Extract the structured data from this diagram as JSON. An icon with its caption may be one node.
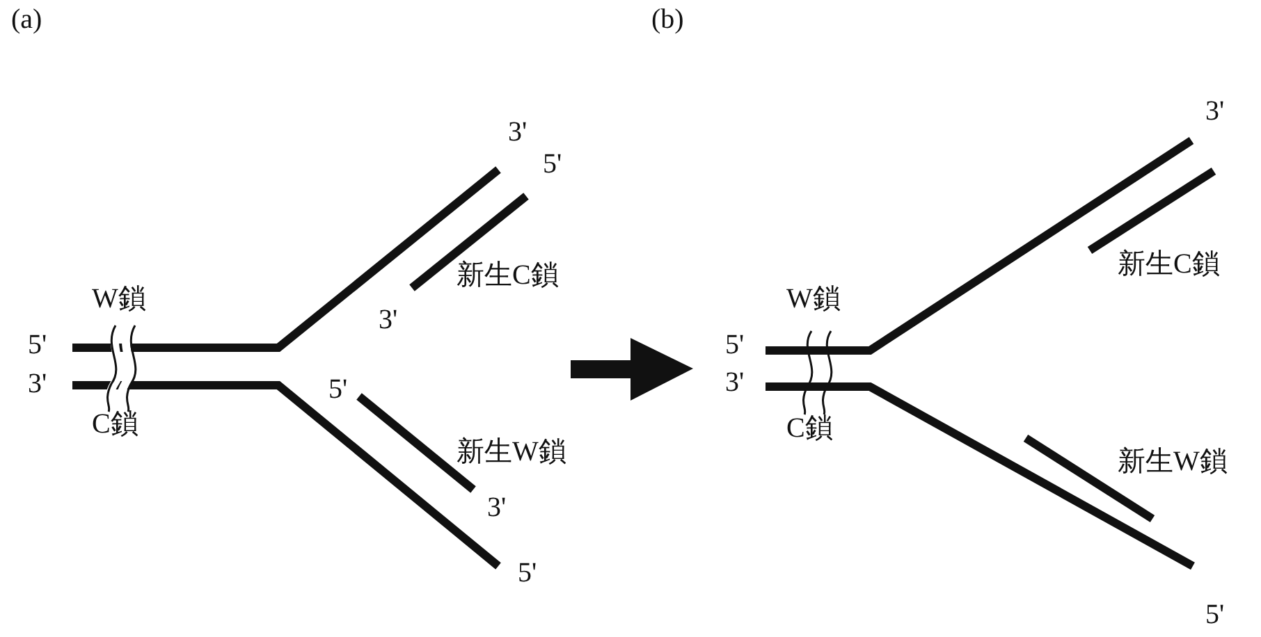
{
  "diagram": {
    "labels": [
      "(a)",
      "(b)",
      "3'",
      "5'",
      "新生C鎖",
      "W鎖",
      "3'",
      "5'",
      "3'",
      "5'",
      "C鎖",
      "新生W鎖",
      "3'",
      "5'",
      "3'",
      "新生C鎖",
      "W鎖",
      "5'",
      "3'",
      "C鎖",
      "新生W鎖",
      "5'"
    ]
  }
}
